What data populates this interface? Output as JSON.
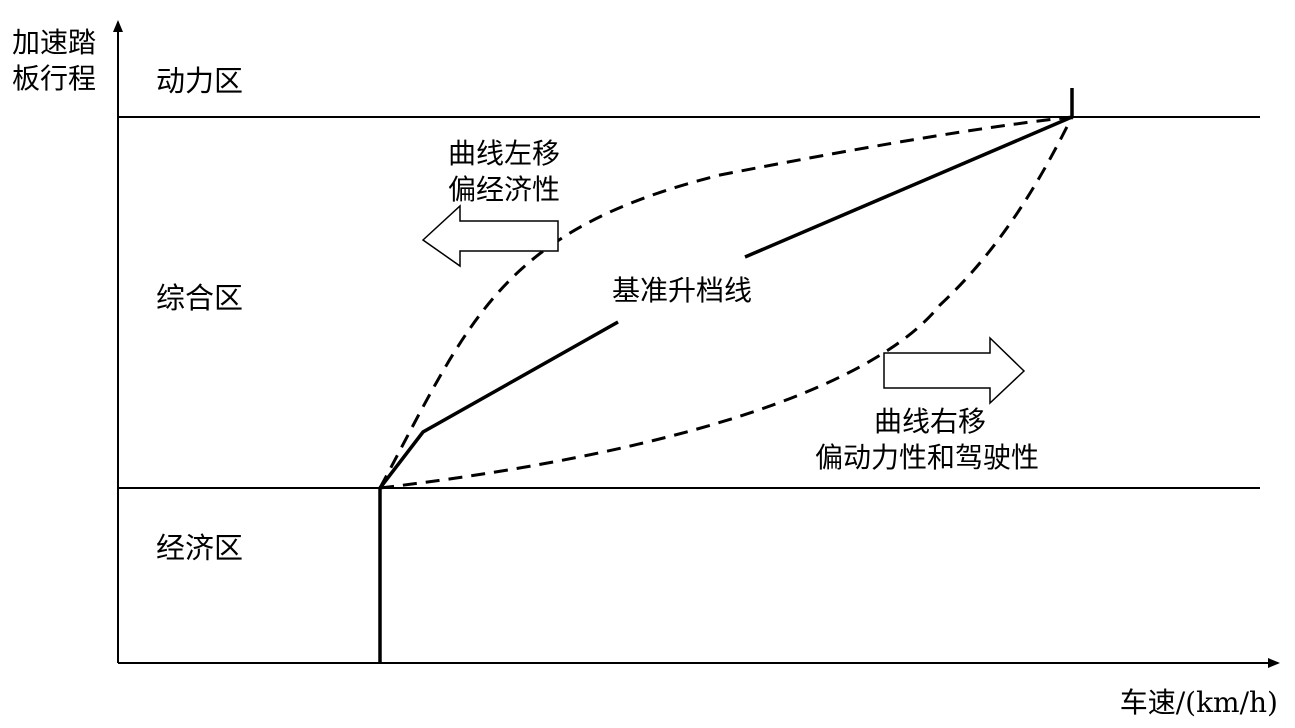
{
  "axes": {
    "y_label_line1": "加速踏",
    "y_label_line2": "板行程",
    "x_label": "车速/(km/h)"
  },
  "zones": {
    "power": "动力区",
    "combined": "综合区",
    "economy": "经济区"
  },
  "annotations": {
    "left_shift_line1": "曲线左移",
    "left_shift_line2": "偏经济性",
    "baseline": "基准升档线",
    "right_shift_line1": "曲线右移",
    "right_shift_line2": "偏动力性和驾驶性"
  },
  "colors": {
    "ink": "#000000",
    "background": "#ffffff"
  }
}
